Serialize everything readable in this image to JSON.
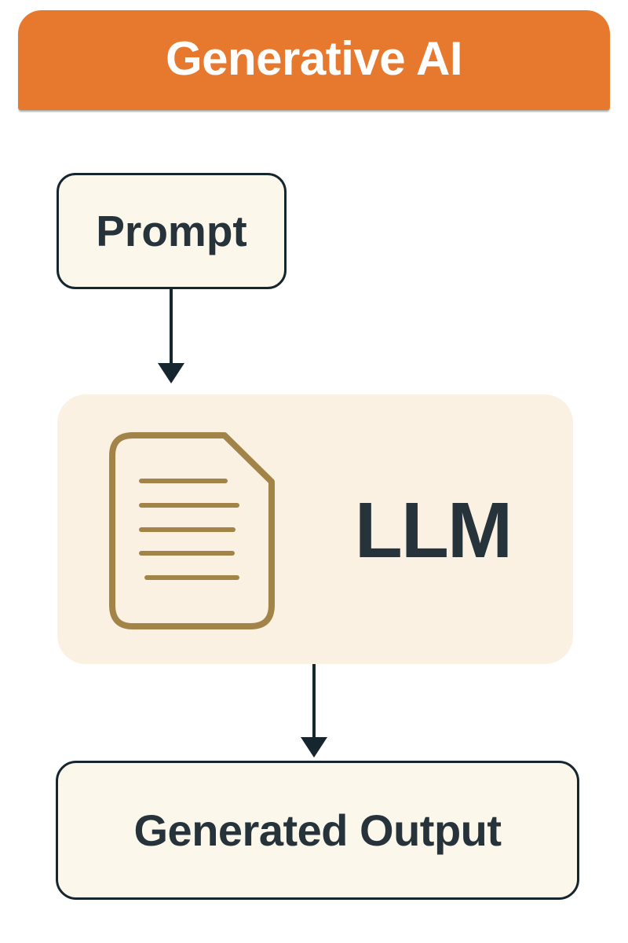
{
  "header": {
    "title": "Generative AI"
  },
  "flow": {
    "prompt": {
      "label": "Prompt"
    },
    "llm": {
      "label": "LLM",
      "icon": "document-icon"
    },
    "output": {
      "label": "Generated Output"
    }
  },
  "connectors": [
    {
      "from": "prompt",
      "to": "llm",
      "shape": "arrow-down"
    },
    {
      "from": "llm",
      "to": "output",
      "shape": "arrow-down"
    }
  ],
  "colors": {
    "orange": "#E7792F",
    "cream_light": "#FCF7EB",
    "cream": "#FAF1E3",
    "ink": "#16262E",
    "text": "#26333B",
    "gold": "#A28449"
  }
}
